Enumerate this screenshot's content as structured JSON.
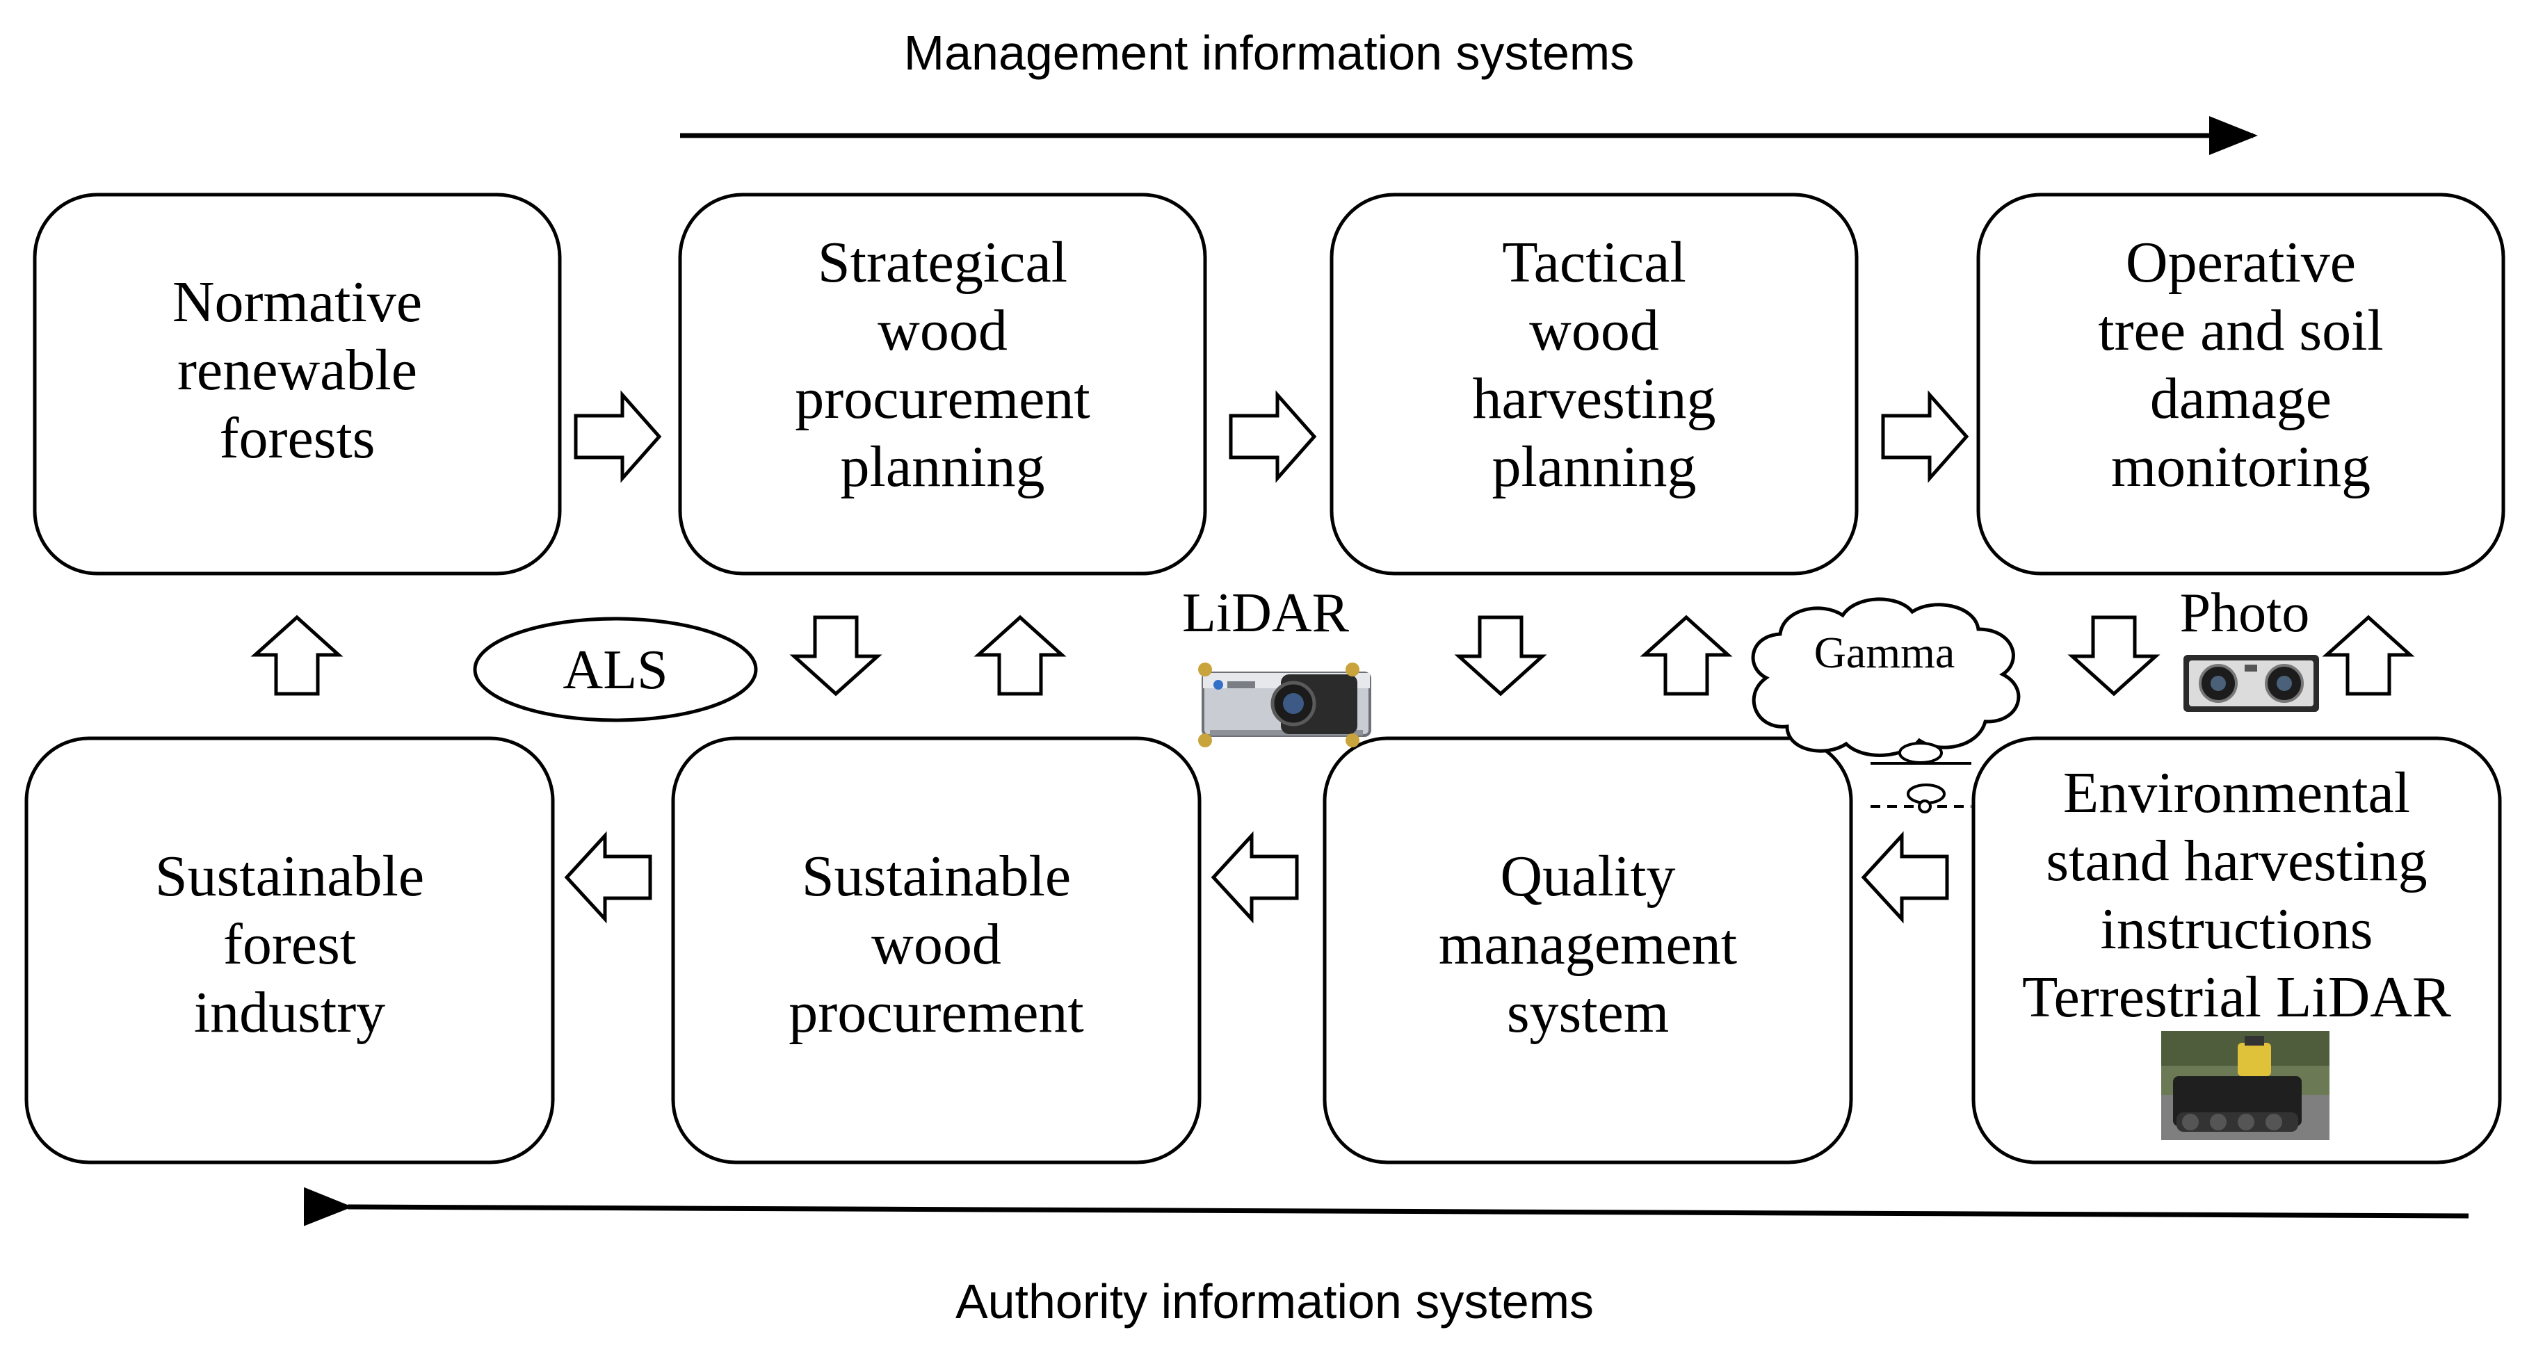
{
  "top_arrow": {
    "label": "Management information systems"
  },
  "bottom_arrow": {
    "label": "Authority information systems"
  },
  "top_row": [
    {
      "id": "normative",
      "lines": [
        "Normative",
        "renewable",
        "forests"
      ]
    },
    {
      "id": "strategical",
      "lines": [
        "Strategical",
        "wood",
        "procurement",
        "planning"
      ]
    },
    {
      "id": "tactical",
      "lines": [
        "Tactical",
        "wood",
        "harvesting",
        "planning"
      ]
    },
    {
      "id": "operative",
      "lines": [
        "Operative",
        "tree and soil",
        "damage",
        "monitoring"
      ]
    }
  ],
  "bottom_row": [
    {
      "id": "sustainable-forest-industry",
      "lines": [
        "Sustainable",
        "forest",
        "industry"
      ]
    },
    {
      "id": "sustainable-wood-procurement",
      "lines": [
        "Sustainable",
        "wood",
        "procurement"
      ]
    },
    {
      "id": "quality-management",
      "lines": [
        "Quality",
        "management",
        "system"
      ]
    },
    {
      "id": "environmental",
      "lines": [
        "Environmental",
        "stand harvesting",
        "instructions",
        "Terrestrial LiDAR"
      ]
    }
  ],
  "sensors": {
    "als": "ALS",
    "lidar": "LiDAR",
    "gamma": "Gamma",
    "photo": "Photo"
  }
}
